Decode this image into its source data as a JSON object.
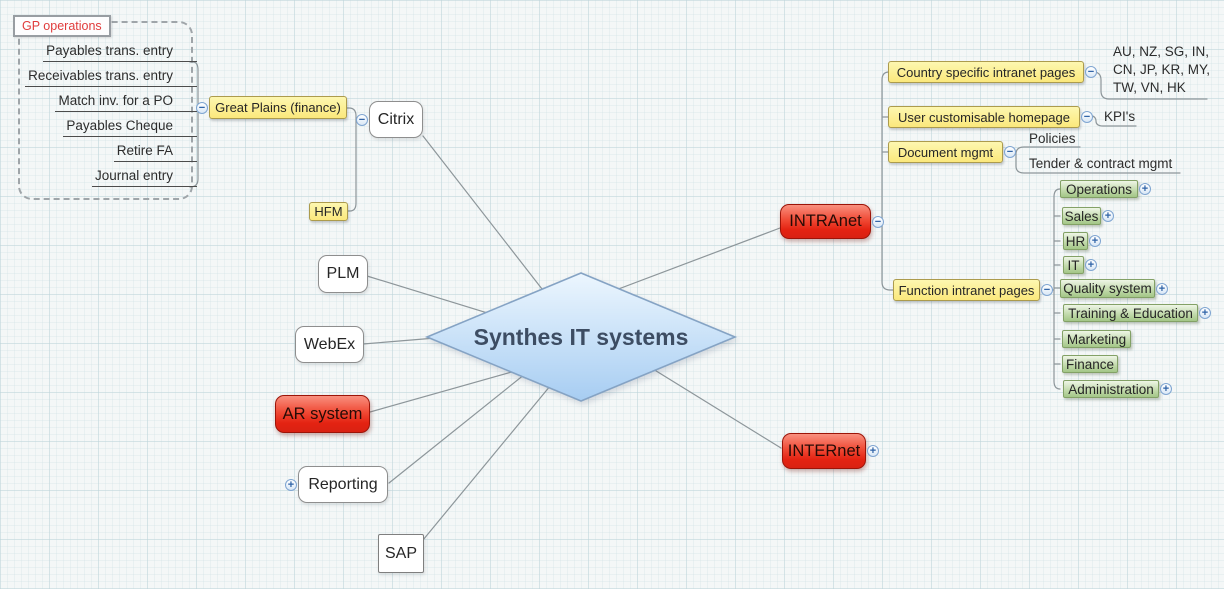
{
  "central": {
    "title": "Synthes IT systems"
  },
  "gp_operations": {
    "label": "GP operations",
    "items": [
      "Payables trans. entry",
      "Receivables trans. entry",
      "Match inv. for a PO",
      "Payables Cheque",
      "Retire FA",
      "Journal entry"
    ]
  },
  "finance": {
    "great_plains": "Great Plains (finance)",
    "hfm": "HFM"
  },
  "systems": {
    "citrix": "Citrix",
    "plm": "PLM",
    "webex": "WebEx",
    "ar_system": "AR system",
    "reporting": "Reporting",
    "sap": "SAP",
    "intranet": "INTRAnet",
    "internet": "INTERnet"
  },
  "intranet_branch": {
    "country_pages": {
      "label": "Country specific intranet pages",
      "countries_line1": "AU, NZ, SG, IN,",
      "countries_line2": "CN, JP, KR, MY,",
      "countries_line3": "TW, VN, HK"
    },
    "homepage": {
      "label": "User customisable homepage",
      "child": "KPI's"
    },
    "document_mgmt": {
      "label": "Document mgmt",
      "children": [
        "Policies",
        "Tender & contract mgmt"
      ]
    },
    "function_pages": {
      "label": "Function intranet pages",
      "children": [
        "Operations",
        "Sales",
        "HR",
        "IT",
        "Quality system",
        "Training & Education",
        "Marketing",
        "Finance",
        "Administration"
      ]
    }
  },
  "icons": {
    "collapse": "−",
    "expand": "+"
  },
  "colors": {
    "topic_yellow": "#fbe87c",
    "topic_red": "#e42312",
    "topic_green": "#a3c687",
    "central_blue": "#a7cdf2",
    "boundary_label_red": "#e03c3c"
  }
}
